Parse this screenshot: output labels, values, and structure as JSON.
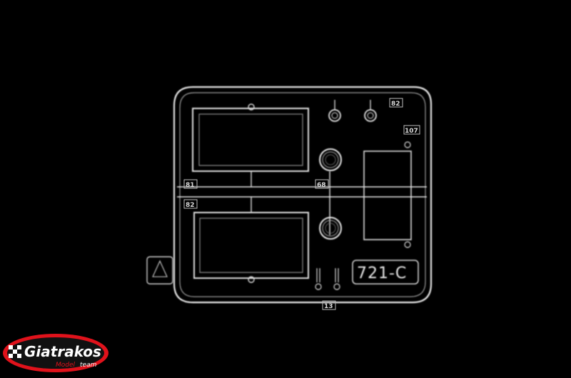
{
  "image": {
    "subject": "clear plastic model kit sprue",
    "sprue_code": "721-C",
    "part_numbers": [
      "81",
      "82",
      "68",
      "107",
      "13",
      "82"
    ],
    "background_color": "#000000",
    "frame_color": "#e6e6e6"
  },
  "watermark": {
    "brand": "Giatrakos",
    "sub_red": "Model",
    "sub_white": "team",
    "accent_color": "#e0121b"
  }
}
